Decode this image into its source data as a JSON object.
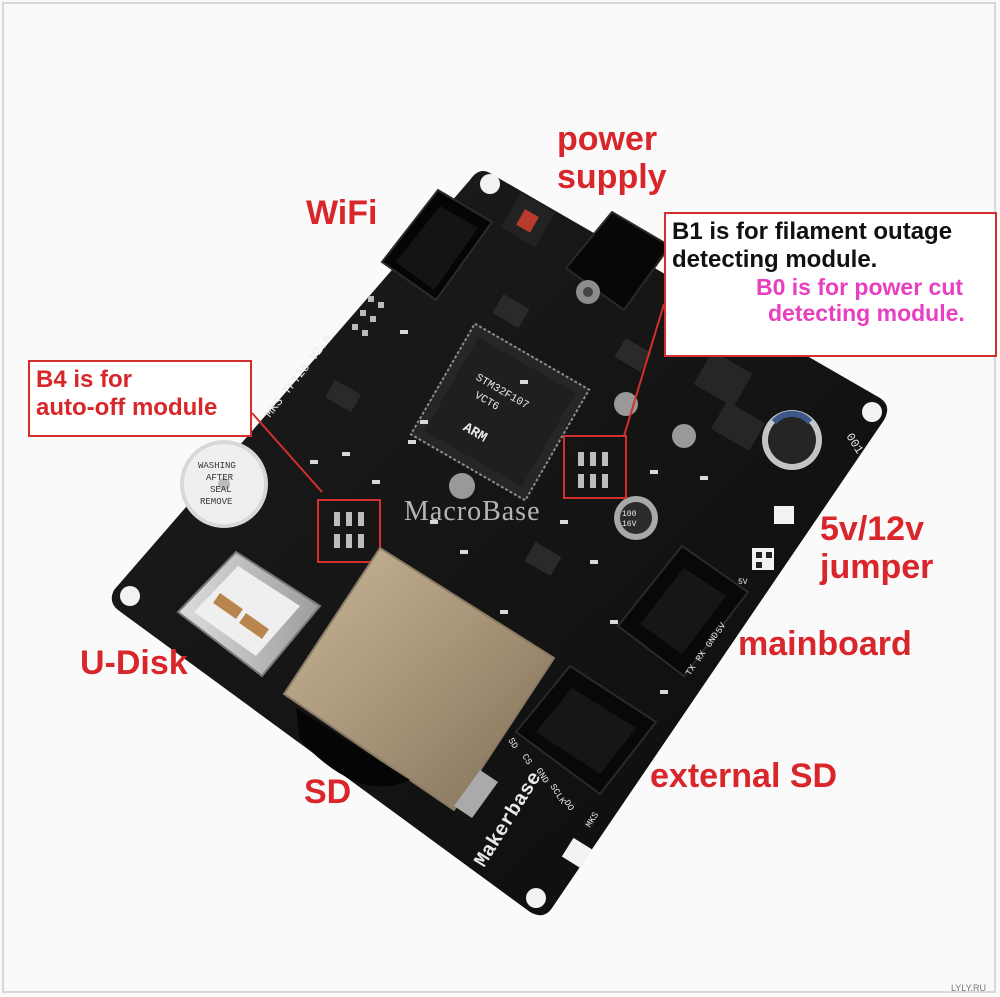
{
  "labels": {
    "power_supply_line1": "power",
    "power_supply_line2": "supply",
    "wifi": "WiFi",
    "jumper_line1": "5v/12v",
    "jumper_line2": "jumper",
    "mainboard": "mainboard",
    "u_disk": "U-Disk",
    "sd": "SD",
    "external_sd": "external SD"
  },
  "callouts": {
    "b1_line1": "B1 is for filament outage",
    "b1_line2": "detecting module.",
    "b0_line1": "B0 is for power cut",
    "b0_line2": "detecting module.",
    "b4_line1": "B4 is for",
    "b4_line2": "auto-off module"
  },
  "board": {
    "model": "MKS TFT28 V2.0",
    "brand": "Makerbase",
    "brand_short": "MKS",
    "chip_line1": "STM32F107",
    "chip_line2": "VCT6",
    "chip_logo": "ARM",
    "board_id": "001",
    "buzzer_line1": "WASHING",
    "buzzer_line2": "AFTER",
    "buzzer_line3": "SEAL",
    "buzzer_line4": "REMOVE",
    "cap_line1": "100",
    "cap_line2": "16V",
    "jumper_label": "5V",
    "ext_sd_pins": [
      "SD",
      "CS",
      "GND",
      "SCLK",
      "DO"
    ],
    "mainboard_pins": [
      "TX",
      "RX",
      "GND",
      "5V"
    ]
  },
  "watermark": "MacroBase",
  "corner_tag": "LYLY.RU",
  "colors": {
    "label_red": "#d8262b",
    "callout_pink": "#e83fc0",
    "board_black": "#141414"
  }
}
